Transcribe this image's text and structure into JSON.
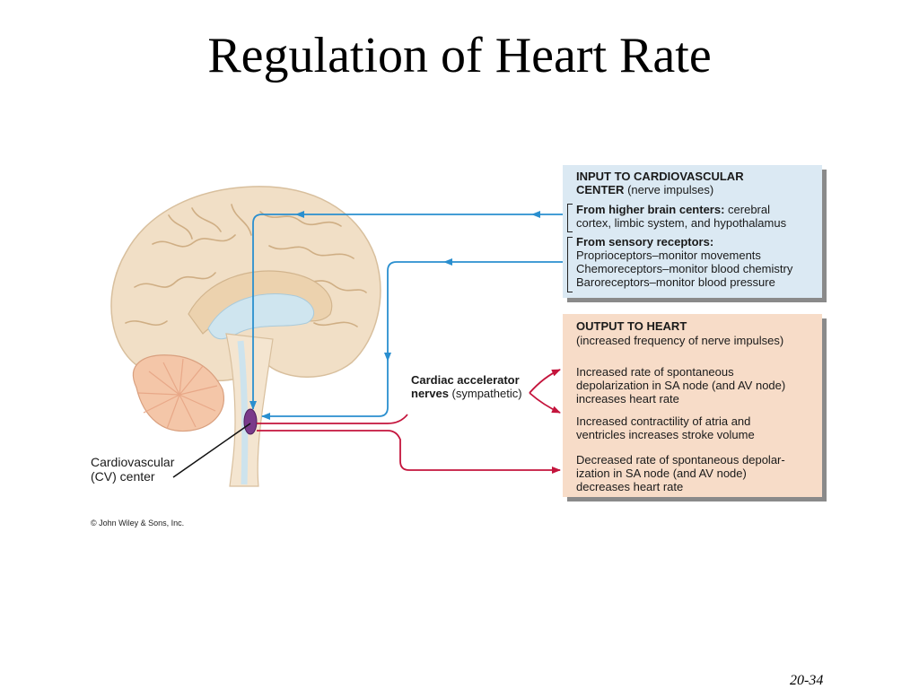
{
  "slide": {
    "title": "Regulation of Heart Rate",
    "page_number": "20-34",
    "copyright": "© John Wiley & Sons, Inc."
  },
  "input_panel": {
    "heading_bold_1": "INPUT TO CARDIOVASCULAR",
    "heading_bold_2": "CENTER",
    "heading_rest": " (nerve impulses)",
    "higher_brain": {
      "label": "From higher brain centers:",
      "text_1": " cerebral",
      "text_2": "cortex, limbic system, and hypothalamus"
    },
    "sensory": {
      "label": "From sensory receptors:",
      "lines": [
        "Proprioceptors–monitor movements",
        "Chemoreceptors–monitor blood chemistry",
        "Baroreceptors–monitor blood pressure"
      ]
    }
  },
  "output_panel": {
    "heading": "OUTPUT TO HEART",
    "subheading": "(increased frequency of nerve impulses)",
    "effects": [
      [
        "Increased rate of spontaneous",
        "depolarization in SA node (and AV node)",
        "increases heart rate"
      ],
      [
        "Increased contractility of atria and",
        "ventricles increases stroke volume"
      ],
      [
        "Decreased rate of spontaneous depolar-",
        "ization in SA node (and AV node)",
        "decreases heart rate"
      ]
    ]
  },
  "labels": {
    "cardiac_accelerator_1": "Cardiac accelerator",
    "cardiac_accelerator_2": "nerves",
    "cardiac_accelerator_rest": " (sympathetic)",
    "cv_center_1": "Cardiovascular",
    "cv_center_2": "(CV) center"
  },
  "colors": {
    "input_arrow": "#2a8fcf",
    "output_arrow": "#c4143c",
    "input_panel": "#dbe9f3",
    "output_panel": "#f7dcc8",
    "cv_center": "#7a3a8a"
  }
}
